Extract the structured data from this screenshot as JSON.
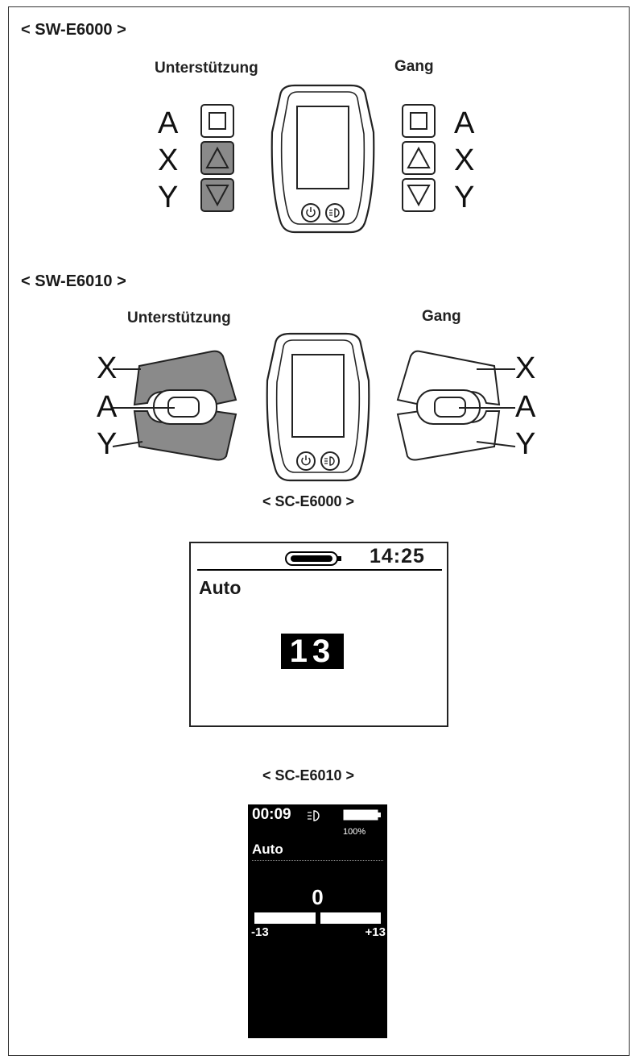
{
  "sections": {
    "sw_e6000": {
      "heading": "< SW-E6000 >",
      "left_group": "Unterstützung",
      "right_group": "Gang",
      "buttons": [
        "A",
        "X",
        "Y"
      ]
    },
    "sw_e6010": {
      "heading": "< SW-E6010 >",
      "left_group": "Unterstützung",
      "right_group": "Gang",
      "buttons": [
        "X",
        "A",
        "Y"
      ]
    },
    "sc_e6000": {
      "heading": "< SC-E6000 >",
      "time": "14:25",
      "mode": "Auto",
      "gear": "13"
    },
    "sc_e6010": {
      "heading": "< SC-E6010 >",
      "time": "00:09",
      "battery": "100%",
      "mode": "Auto",
      "value": "0",
      "min_label": "-13",
      "max_label": "+13",
      "level_fraction": 0.5
    }
  },
  "colors": {
    "highlight_fill": "#8a8a8a",
    "lcd_black": "#000000",
    "line": "#222222"
  },
  "icons": [
    "power-icon",
    "light-icon",
    "square-icon",
    "triangle-up-icon",
    "triangle-down-icon",
    "battery-icon"
  ]
}
